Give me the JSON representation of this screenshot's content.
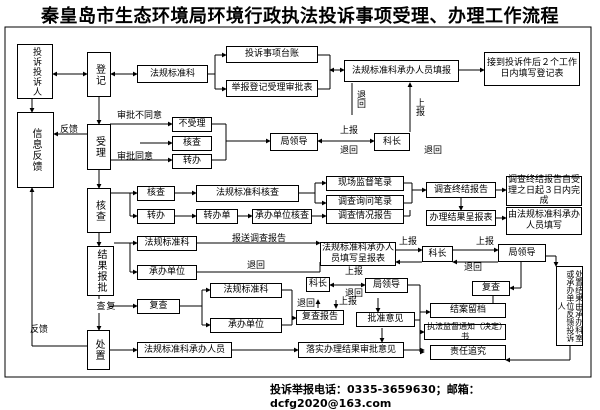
{
  "title": "秦皇岛市生态环境局环境行政执法投诉事项受理、办理工作流程",
  "footer": {
    "phone_label": "投诉举报电话：",
    "phone": "0335-3659630",
    "email_label": "；邮箱：",
    "email": "dcfg2020@163.com"
  },
  "nodes": {
    "outer_frame": "",
    "complaint_person": "投诉投诉人",
    "register": "登记",
    "legal_staff_1": "法规标准科",
    "complaint_ledger": "投诉事项台账",
    "report_register_form": "举报登记受理审批表",
    "legal_handler_register": "法规标准科承办人员填报",
    "note_two_days": "接到投诉件后２个工作日内填写登记表",
    "accept": "受理",
    "not_accept": "不受理",
    "verify_accept": "核查",
    "transfer_accept": "转办",
    "bureau_leader_1": "局领导",
    "section_chief_1": "科长",
    "info_feedback": "信息反馈",
    "verify": "核查",
    "legal_verify": "法规标准科核查",
    "site_record": "现场监督笔录",
    "inquiry_record": "调查询问笔录",
    "final_report": "调查终结报告",
    "note_three_days": "调查终结报告自受理之日起３日内完成",
    "transfer": "转办",
    "transfer_form": "转办单",
    "undertaking_verify": "承办单位核查",
    "investigation_report": "调查情况报告",
    "closing_report": "办理结果呈报表",
    "note_filled_by": "由法规标准科承办人员填写",
    "result_report": "结果报批",
    "legal_staff_2": "法规标准科",
    "undertaking_unit_1": "承办单位",
    "legal_handler_report": "法规标准科承办人员填写呈报表",
    "section_chief_2": "科长",
    "bureau_leader_2": "局领导",
    "review_check": "复查",
    "review": "复查",
    "legal_staff_3": "法规标准科",
    "undertaking_unit_2": "承办单位",
    "section_chief_3": "科长",
    "bureau_leader_3": "局领导",
    "review_report": "复查报告",
    "approval_opinion": "批准意见",
    "case_filing": "结案留档",
    "enforcement_notice": "执法监督通知（决定）书",
    "accountability": "责任追究",
    "result_feedback_note": "处置结果由承办科室或承办单位反馈投诉人",
    "disposal": "处置",
    "legal_handler_3": "法规标准科承办人员",
    "implement_opinion": "落实办理结果审批意见"
  },
  "labels": {
    "not_approved": "审批不同意",
    "approved": "审批同意",
    "feedback_1": "反馈",
    "return_1": "退回",
    "report_up_1": "上报",
    "report_up_2": "上报",
    "return_2": "退回",
    "return_3": "退回",
    "submit_report": "报送调查报告",
    "report_up_3": "上报",
    "report_up_4": "上报",
    "return_4": "退回",
    "return_5": "退回",
    "report_up_5": "上报",
    "report_up_6": "上报",
    "return_6": "退回",
    "return_7": "退回",
    "feedback_2": "反馈"
  }
}
